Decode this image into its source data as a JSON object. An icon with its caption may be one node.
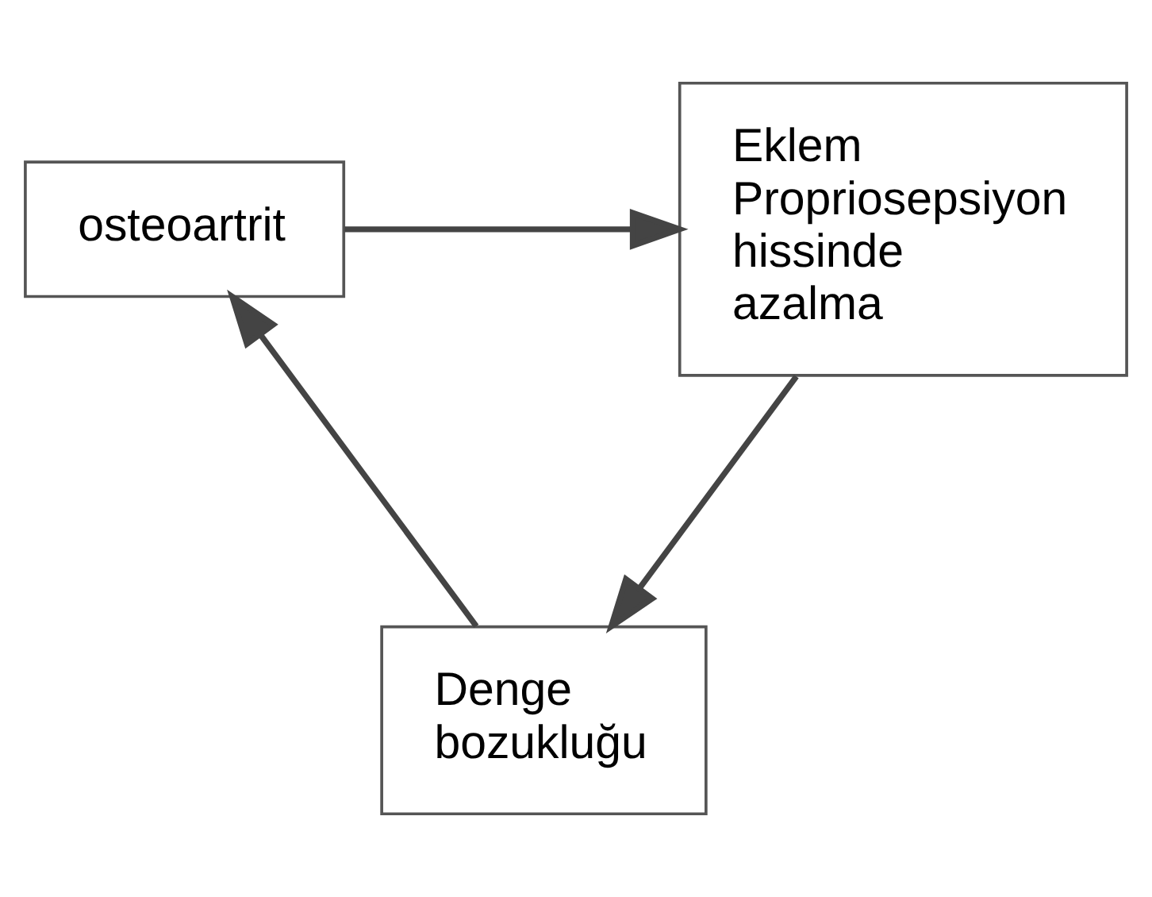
{
  "diagram": {
    "nodes": [
      {
        "text": [
          "osteoartrit"
        ]
      },
      {
        "text": [
          "Eklem Propriosepsiyon hissinde azalma"
        ]
      },
      {
        "text": [
          "Denge bozukluğu"
        ]
      }
    ],
    "edges": [
      {
        "from": 0,
        "to": 1,
        "arrow": "to"
      },
      {
        "from": 1,
        "to": 2,
        "arrow": "to"
      },
      {
        "from": 2,
        "to": 0,
        "arrow": "to"
      }
    ]
  }
}
